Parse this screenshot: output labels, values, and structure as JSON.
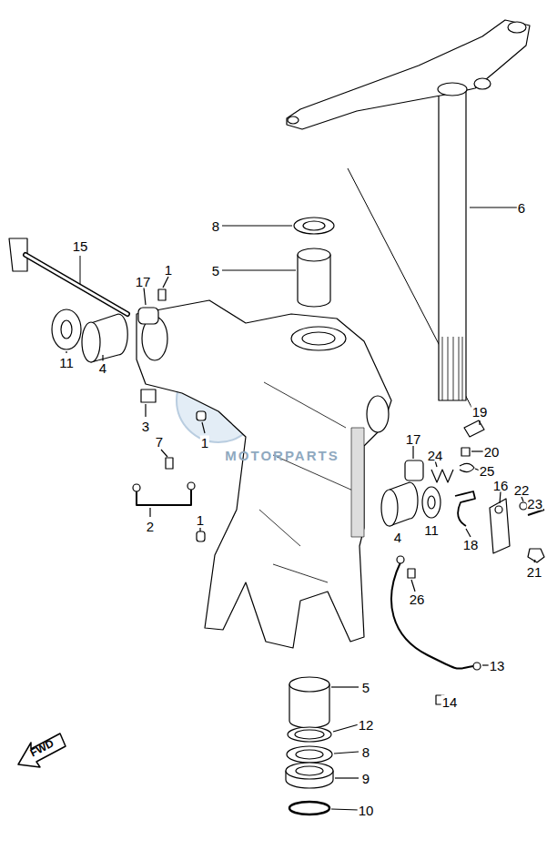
{
  "diagram": {
    "labels": [
      "6",
      "8",
      "5",
      "15",
      "17",
      "1",
      "11",
      "4",
      "3",
      "7",
      "1",
      "2",
      "1",
      "19",
      "20",
      "17",
      "24",
      "25",
      "16",
      "22",
      "23",
      "4",
      "11",
      "18",
      "21",
      "26",
      "13",
      "14",
      "5",
      "12",
      "8",
      "9",
      "10",
      "FWD",
      "MOTORPARTS"
    ]
  }
}
